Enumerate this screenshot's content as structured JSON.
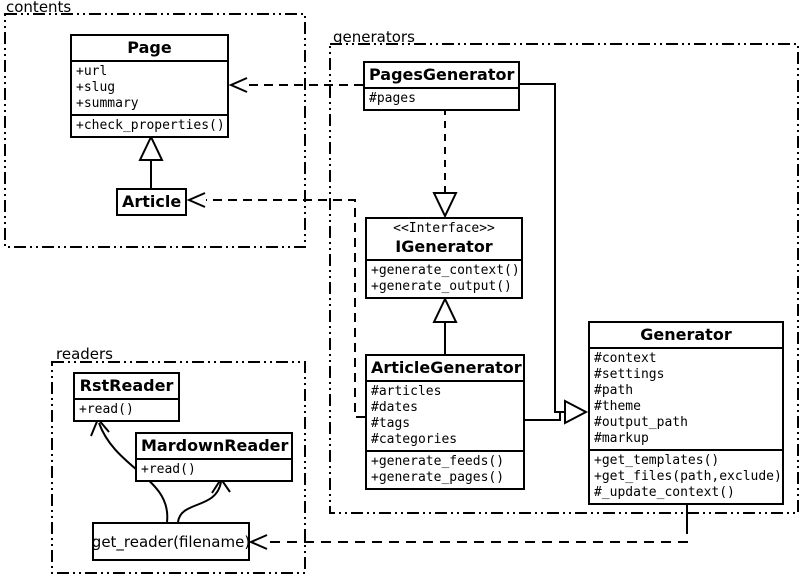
{
  "diagram_type": "uml-class-diagram",
  "colors": {
    "ink": "#000000",
    "paper": "#ffffff"
  },
  "packages": {
    "contents": {
      "label": "contents"
    },
    "generators": {
      "label": "generators"
    },
    "readers": {
      "label": "readers"
    }
  },
  "classes": {
    "page": {
      "title": "Page",
      "attrs": [
        "+url",
        "+slug",
        "+summary"
      ],
      "methods": [
        "+check_properties()"
      ]
    },
    "article": {
      "title": "Article"
    },
    "pages_generator": {
      "title": "PagesGenerator",
      "attrs": [
        "#pages"
      ]
    },
    "igenerator": {
      "stereotype": "<<Interface>>",
      "title": "IGenerator",
      "methods": [
        "+generate_context()",
        "+generate_output()"
      ]
    },
    "article_generator": {
      "title": "ArticleGenerator",
      "attrs": [
        "#articles",
        "#dates",
        "#tags",
        "#categories"
      ],
      "methods": [
        "+generate_feeds()",
        "+generate_pages()"
      ]
    },
    "generator": {
      "title": "Generator",
      "attrs": [
        "#context",
        "#settings",
        "#path",
        "#theme",
        "#output_path",
        "#markup"
      ],
      "methods": [
        "+get_templates()",
        "+get_files(path,exclude)",
        "#_update_context()"
      ]
    },
    "rst_reader": {
      "title": "RstReader",
      "methods": [
        "+read()"
      ]
    },
    "mardown_reader": {
      "title": "MardownReader",
      "methods": [
        "+read()"
      ]
    },
    "get_reader": {
      "label": "get_reader(filename)"
    }
  },
  "relationships": [
    "Article --|> Page",
    "ArticleGenerator --|> IGenerator",
    "PagesGenerator ..|> IGenerator",
    "PagesGenerator --|> Generator",
    "ArticleGenerator --|> Generator",
    "PagesGenerator ..> Page",
    "ArticleGenerator ..> Article",
    "Generator ..> get_reader",
    "get_reader -> RstReader",
    "get_reader -> MardownReader"
  ]
}
